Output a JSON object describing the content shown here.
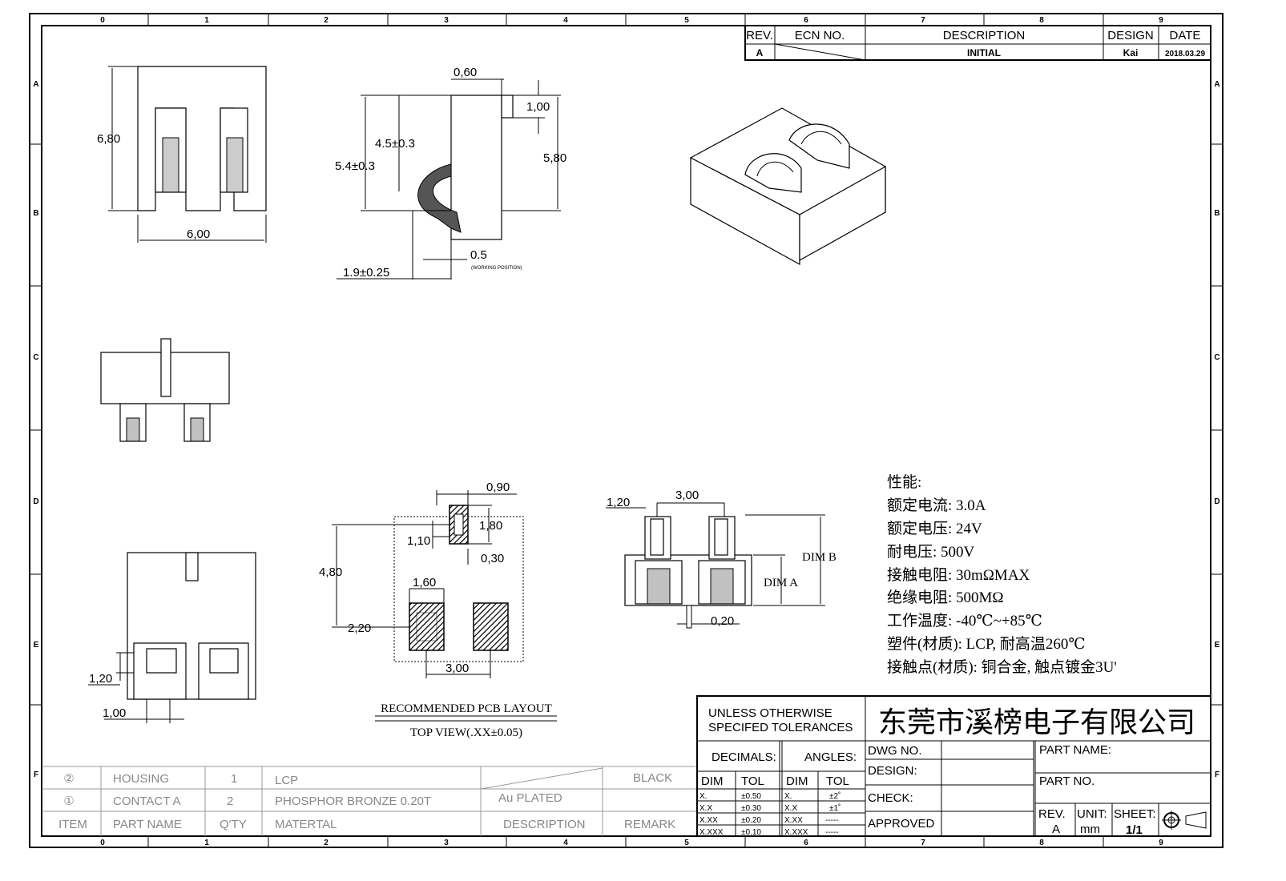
{
  "frame": {
    "columns": [
      "0",
      "1",
      "2",
      "3",
      "4",
      "5",
      "6",
      "7",
      "8",
      "9"
    ],
    "rows": [
      "A",
      "B",
      "C",
      "D",
      "E",
      "F"
    ]
  },
  "revision": {
    "headers": {
      "rev": "REV.",
      "ecn": "ECN NO.",
      "description": "DESCRIPTION",
      "design": "DESIGN",
      "date": "DATE"
    },
    "row": {
      "rev": "A",
      "description": "INITIAL",
      "design": "Kai",
      "date": "2018.03.29"
    }
  },
  "dims": {
    "top_height": "6,80",
    "top_width": "6,00",
    "side_060": "0,60",
    "side_100": "1,00",
    "side_580": "5,80",
    "side_45": "4.5±0.3",
    "side_54": "5.4±0.3",
    "side_19": "1.9±0.25",
    "side_05": "0.5",
    "working_position": "(WORKING POSITION)",
    "bot_120": "1,20",
    "bot_100": "1,00",
    "pcb_090": "0,90",
    "pcb_180": "1,80",
    "pcb_110": "1,10",
    "pcb_030": "0,30",
    "pcb_480": "4,80",
    "pcb_160": "1,60",
    "pcb_220": "2,20",
    "pcb_300": "3,00",
    "front_120": "1,20",
    "front_300": "3,00",
    "dim_b": "DIM B",
    "dim_a": "DIM A",
    "front_020": "0,20"
  },
  "pcb_caption": {
    "title": "RECOMMENDED PCB LAYOUT",
    "subtitle": "TOP VIEW(.XX±0.05)"
  },
  "specs": {
    "heading": "性能:",
    "lines": [
      "额定电流: 3.0A",
      "额定电压: 24V",
      "耐电压: 500V",
      "接触电阻: 30mΩMAX",
      "绝缘电阻: 500MΩ",
      "工作温度: -40℃~+85℃",
      "塑件(材质): LCP, 耐高温260℃",
      "接触点(材质): 铜合金, 触点镀金3U'"
    ]
  },
  "bom": {
    "rows": [
      {
        "item": "②",
        "part_name": "HOUSING",
        "qty": "1",
        "material": "LCP",
        "description": "",
        "remark": "BLACK"
      },
      {
        "item": "①",
        "part_name": "CONTACT A",
        "qty": "2",
        "material": "PHOSPHOR BRONZE 0.20T",
        "description": "Au PLATED",
        "remark": ""
      }
    ],
    "headers": {
      "item": "ITEM",
      "part_name": "PART NAME",
      "qty": "Q'TY",
      "material": "MATERTAL",
      "description": "DESCRIPTION",
      "remark": "REMARK"
    }
  },
  "title_block": {
    "tolerance_note_1": "UNLESS OTHERWISE",
    "tolerance_note_2": "SPECIFED TOLERANCES",
    "company": "东莞市溪榜电子有限公司",
    "decimals": "DECIMALS:",
    "angles": "ANGLES:",
    "dim": "DIM",
    "tol": "TOL",
    "decimal_rows": [
      [
        "X.",
        "±0.50"
      ],
      [
        "X.X",
        "±0.30"
      ],
      [
        "X.XX",
        "±0.20"
      ],
      [
        "X.XXX",
        "±0.10"
      ]
    ],
    "angle_rows": [
      [
        "X.",
        "±2˚"
      ],
      [
        "X.X",
        "±1˚"
      ],
      [
        "X.XX",
        "-----"
      ],
      [
        "X.XXX",
        "-----"
      ]
    ],
    "dwg_no": "DWG NO.",
    "design": "DESIGN:",
    "check": "CHECK:",
    "approved": "APPROVED",
    "part_name": "PART NAME:",
    "part_no": "PART NO.",
    "rev_label": "REV.",
    "rev_value": "A",
    "unit_label": "UNIT:",
    "unit_value": "mm",
    "sheet_label": "SHEET:",
    "sheet_value": "1/1"
  }
}
